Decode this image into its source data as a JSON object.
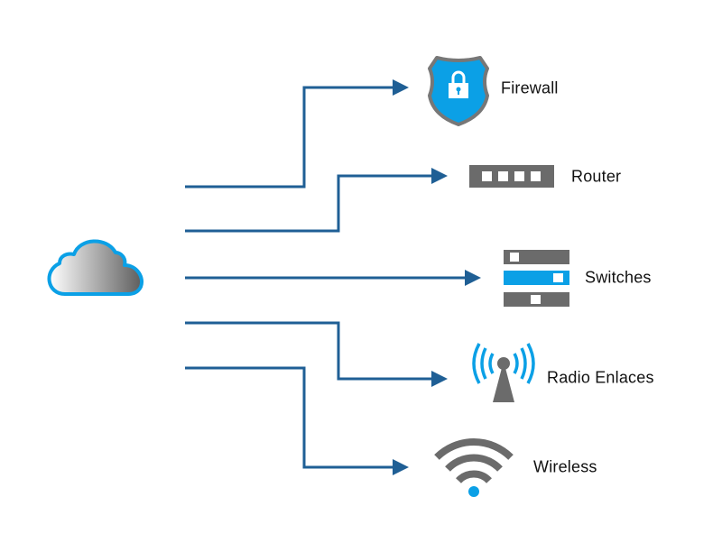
{
  "colors": {
    "connector": "#1f5f95",
    "accent": "#0ba0e6",
    "icon_gray": "#6b6b6b"
  },
  "source": {
    "icon": "cloud-icon"
  },
  "targets": [
    {
      "label": "Firewall",
      "icon": "shield-lock-icon"
    },
    {
      "label": "Router",
      "icon": "router-icon"
    },
    {
      "label": "Switches",
      "icon": "switches-icon"
    },
    {
      "label": "Radio Enlaces",
      "icon": "radio-tower-icon"
    },
    {
      "label": "Wireless",
      "icon": "wifi-icon"
    }
  ]
}
